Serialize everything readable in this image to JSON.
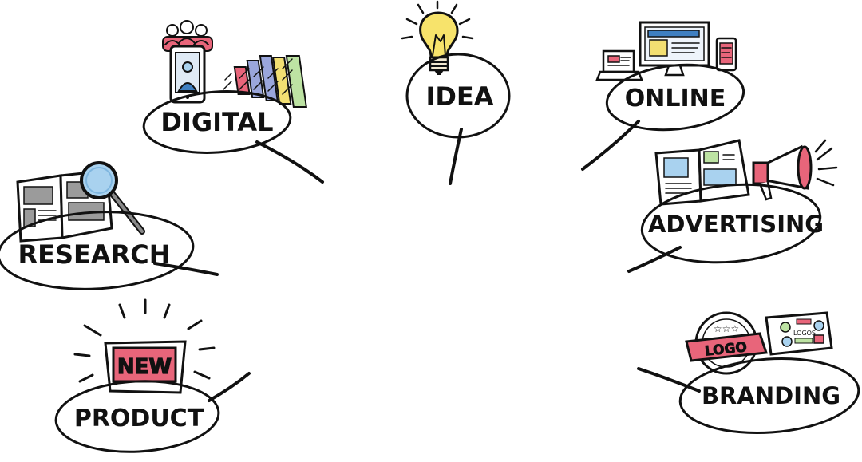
{
  "nodes": {
    "digital": {
      "label": "DIGITAL"
    },
    "idea": {
      "label": "IDEA"
    },
    "online": {
      "label": "ONLINE"
    },
    "research": {
      "label": "RESEARCH"
    },
    "advertising": {
      "label": "ADVERTISING"
    },
    "product": {
      "label": "PRODUCT",
      "badge": "NEW"
    },
    "branding": {
      "label": "BRANDING",
      "badge": "LOGO",
      "sheet_text": "LOGOS"
    }
  },
  "colors": {
    "ink": "#111111",
    "accent_red": "#e8657a",
    "bulb_yellow": "#f7e36b",
    "screen_blue": "#a9d2ef",
    "bar_purple": "#9aa6dc",
    "bar_yellow": "#f2df72",
    "bar_green": "#bde3a3",
    "paper_gray": "#9b9b9b"
  },
  "icons": [
    "people-icon",
    "tablet-user-icon",
    "bar-chart-icon",
    "lightbulb-icon",
    "laptop-icon",
    "monitor-icon",
    "phone-icon",
    "newspaper-icon",
    "magnifier-icon",
    "magazine-icon",
    "megaphone-icon",
    "starburst-icon",
    "logo-badge-icon",
    "logo-sheet-icon"
  ]
}
